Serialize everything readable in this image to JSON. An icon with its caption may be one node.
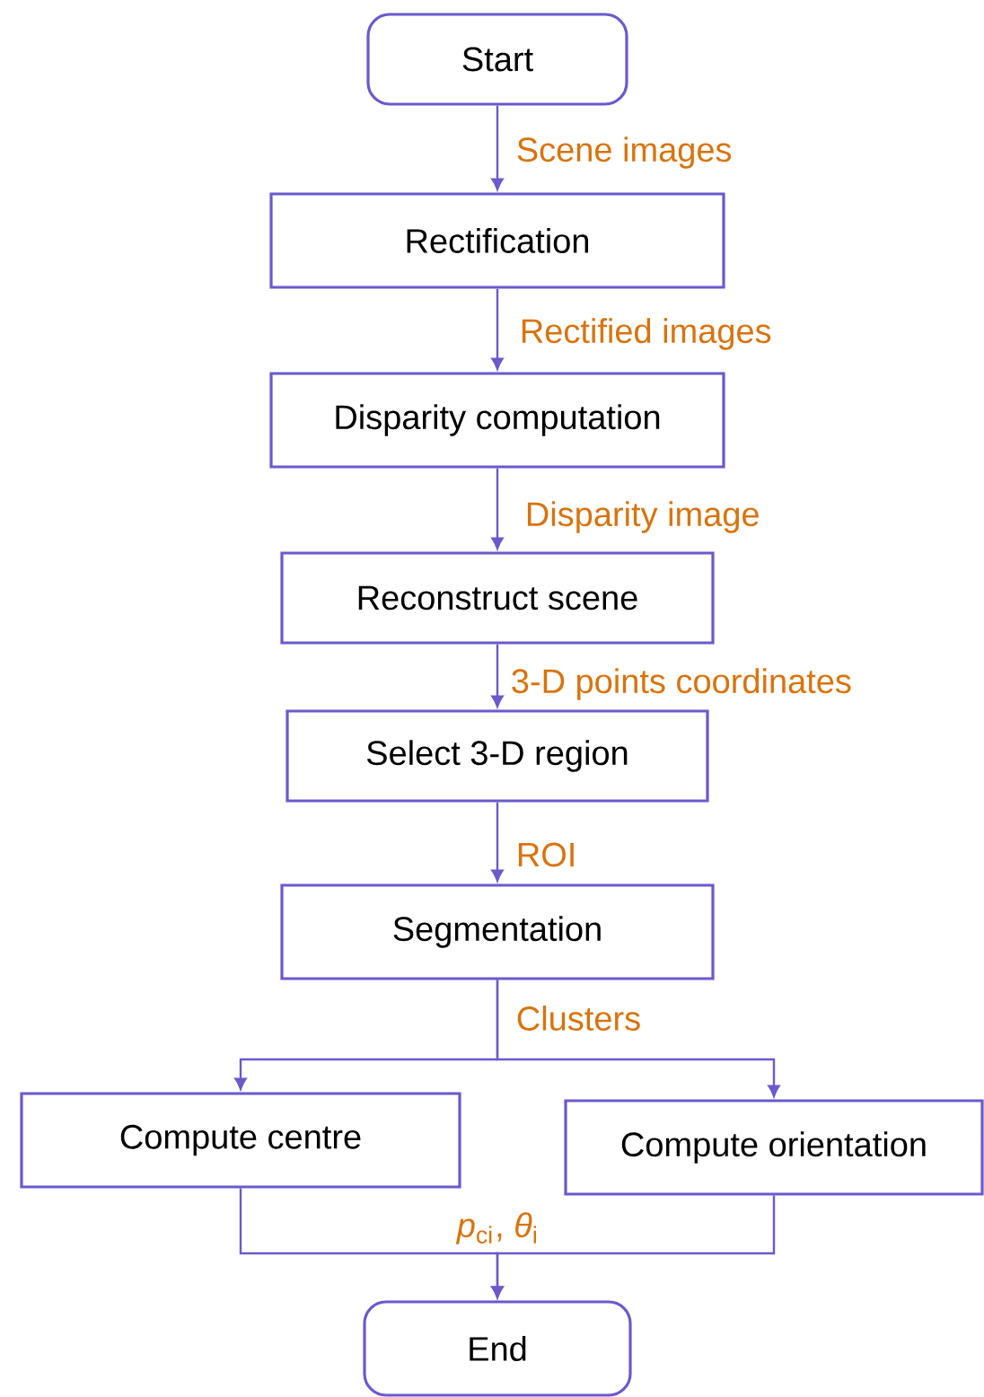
{
  "diagram": {
    "nodes": [
      {
        "text": [
          "Start"
        ]
      },
      {
        "text": [
          "Rectification"
        ]
      },
      {
        "text": [
          "Disparity computation"
        ]
      },
      {
        "text": [
          "Reconstruct scene"
        ]
      },
      {
        "text": [
          "Select 3-D region"
        ]
      },
      {
        "text": [
          "Segmentation"
        ]
      },
      {
        "text": [
          "Compute centre"
        ]
      },
      {
        "text": [
          "Compute orientation"
        ]
      },
      {
        "text": [
          "End"
        ]
      }
    ],
    "edges": [
      {
        "from": 0,
        "to": 1,
        "arrow": "to",
        "label": "Scene images"
      },
      {
        "from": 1,
        "to": 2,
        "arrow": "to",
        "label": "Rectified images"
      },
      {
        "from": 2,
        "to": 3,
        "arrow": "to",
        "label": "Disparity image"
      },
      {
        "from": 3,
        "to": 4,
        "arrow": "to",
        "label": "3-D points coordinates"
      },
      {
        "from": 4,
        "to": 5,
        "arrow": "to",
        "label": "ROI"
      },
      {
        "from": 5,
        "to": 6,
        "arrow": "to",
        "label": "Clusters"
      },
      {
        "from": 5,
        "to": 7,
        "arrow": "to"
      },
      {
        "from": 6,
        "to": 8,
        "arrow": "to",
        "label": "*p*$_{ci}$, *θ*$_{i}$"
      },
      {
        "from": 7,
        "to": 8,
        "arrow": "to"
      }
    ]
  }
}
